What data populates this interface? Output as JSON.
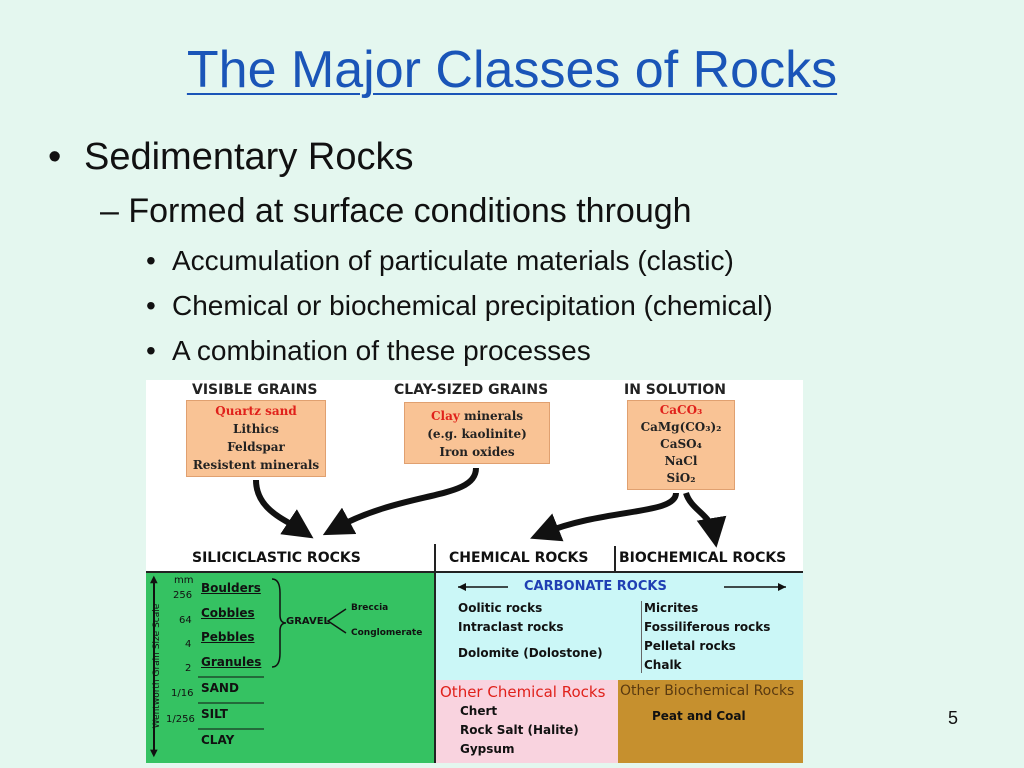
{
  "slide": {
    "title": "The Major Classes of Rocks",
    "bullet_l1": "Sedimentary Rocks",
    "bullet_l2": "– Formed at surface conditions through",
    "bullets_l3": [
      "Accumulation of particulate materials (clastic)",
      "Chemical or biochemical precipitation (chemical)",
      "A combination of these processes"
    ],
    "page_number": "5"
  },
  "figure": {
    "sources": [
      {
        "header": "VISIBLE GRAINS",
        "items": [
          "Quartz sand",
          "Lithics",
          "Feldspar",
          "Resistent minerals"
        ]
      },
      {
        "header": "CLAY-SIZED GRAINS",
        "items_highlight": "Clay",
        "items": [
          " minerals",
          "(e.g. kaolinite)",
          "Iron oxides"
        ]
      },
      {
        "header": "IN SOLUTION",
        "items": [
          "CaCO₃",
          "CaMg(CO₃)₂",
          "CaSO₄",
          "NaCl",
          "SiO₂"
        ]
      }
    ],
    "sections": [
      "SILICICLASTIC ROCKS",
      "CHEMICAL ROCKS",
      "BIOCHEMICAL ROCKS"
    ],
    "siliciclastic": {
      "scale_label": "Wentworth Grain Size Scale",
      "unit": "mm",
      "ticks": [
        "256",
        "64",
        "4",
        "2",
        "1/16",
        "1/256"
      ],
      "grains": [
        "Boulders",
        "Cobbles",
        "Pebbles",
        "Granules",
        "SAND",
        "SILT",
        "CLAY"
      ],
      "gravel": "GRAVEL",
      "gravel_types": [
        "Breccia",
        "Conglomerate"
      ]
    },
    "carbonate": {
      "header": "CARBONATE ROCKS",
      "chemical": [
        "Oolitic rocks",
        "Intraclast rocks",
        "Dolomite (Dolostone)"
      ],
      "biochemical": [
        "Micrites",
        "Fossiliferous rocks",
        "Pelletal rocks",
        "Chalk"
      ]
    },
    "other_chemical": {
      "header": "Other Chemical Rocks",
      "items": [
        "Chert",
        "Rock Salt (Halite)",
        "Gypsum"
      ]
    },
    "other_biochemical": {
      "header": "Other Biochemical Rocks",
      "items": [
        "Peat and Coal"
      ]
    }
  }
}
